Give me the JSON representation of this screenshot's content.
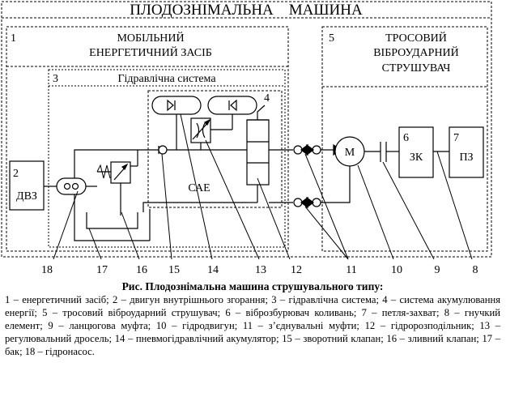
{
  "title": "ПЛОДОЗНІМАЛЬНА    МАШИНА",
  "blocks": {
    "b1": {
      "num": "1",
      "line1": "МОБІЛЬНИЙ",
      "line2": "ЕНЕРГЕТИЧНИЙ ЗАСІБ"
    },
    "b3": {
      "num": "3",
      "label": "Гідравлічна система"
    },
    "b5": {
      "num": "5",
      "line1": "ТРОСОВИЙ",
      "line2": "ВІБРОУДАРНИЙ",
      "line3": "СТРУШУВАЧ"
    },
    "b2": {
      "num": "2",
      "label": "ДВЗ"
    },
    "b6": {
      "num": "6",
      "label": "ЗК"
    },
    "b7": {
      "num": "7",
      "label": "ПЗ"
    },
    "cae": "САЕ",
    "motor": "М",
    "n4": "4"
  },
  "callouts": [
    "18",
    "17",
    "16",
    "15",
    "14",
    "13",
    "12",
    "11",
    "10",
    "9",
    "8"
  ],
  "caption": {
    "title": "Рис. Плодознімальна машина струшувального типу:",
    "body": "1 – енергетичний засіб; 2 – двигун внутрішнього згорання; 3 – гідравлічна система; 4 – система акумулювання енергії; 5 – тросовий віброударний струшувач; 6 – віброзбурювач коливань; 7 – петля-захват; 8 – гнучкий елемент; 9 – ланцюгова муфта; 10 – гідродвигун; 11 – з’єднувальні муфти; 12 – гідророзподільник; 13 – регулювальний дросель; 14 – пневмогідравлічний акумулятор; 15 – зворотний клапан; 16 – зливний клапан; 17 – бак; 18 – гідронасос."
  }
}
